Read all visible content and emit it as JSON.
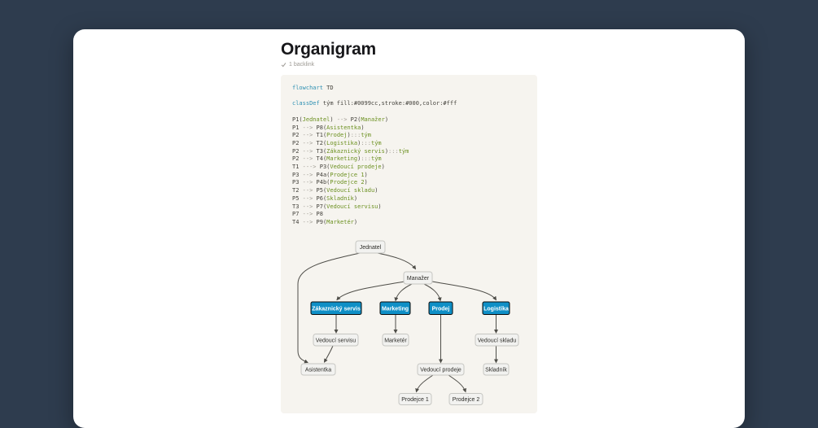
{
  "page": {
    "title": "Organigram",
    "backlinks_label": "1 backlink"
  },
  "code": {
    "language": "mermaid-flowchart",
    "lines": [
      [
        {
          "t": "flowchart",
          "c": "kw"
        },
        {
          "t": " TD",
          "c": "pl"
        }
      ],
      [],
      [
        {
          "t": "classDef",
          "c": "kw"
        },
        {
          "t": " tým fill:#0099cc,stroke:#000,color:#fff",
          "c": "pl"
        }
      ],
      [],
      [
        {
          "t": "P1(",
          "c": "pl"
        },
        {
          "t": "Jednatel",
          "c": "gr"
        },
        {
          "t": ") ",
          "c": "pl"
        },
        {
          "t": "-->",
          "c": "op"
        },
        {
          "t": " P2(",
          "c": "pl"
        },
        {
          "t": "Manažer",
          "c": "gr"
        },
        {
          "t": ")",
          "c": "pl"
        }
      ],
      [
        {
          "t": "P1 ",
          "c": "pl"
        },
        {
          "t": "-->",
          "c": "op"
        },
        {
          "t": " P8(",
          "c": "pl"
        },
        {
          "t": "Asistentka",
          "c": "gr"
        },
        {
          "t": ")",
          "c": "pl"
        }
      ],
      [
        {
          "t": "P2 ",
          "c": "pl"
        },
        {
          "t": "-->",
          "c": "op"
        },
        {
          "t": " T1(",
          "c": "pl"
        },
        {
          "t": "Prodej",
          "c": "gr"
        },
        {
          "t": ")",
          "c": "pl"
        },
        {
          "t": ":::",
          "c": "op"
        },
        {
          "t": "tým",
          "c": "gr"
        }
      ],
      [
        {
          "t": "P2 ",
          "c": "pl"
        },
        {
          "t": "-->",
          "c": "op"
        },
        {
          "t": " T2(",
          "c": "pl"
        },
        {
          "t": "Logistika",
          "c": "gr"
        },
        {
          "t": ")",
          "c": "pl"
        },
        {
          "t": ":::",
          "c": "op"
        },
        {
          "t": "tým",
          "c": "gr"
        }
      ],
      [
        {
          "t": "P2 ",
          "c": "pl"
        },
        {
          "t": "-->",
          "c": "op"
        },
        {
          "t": " T3(",
          "c": "pl"
        },
        {
          "t": "Zákaznický servis",
          "c": "gr"
        },
        {
          "t": ")",
          "c": "pl"
        },
        {
          "t": ":::",
          "c": "op"
        },
        {
          "t": "tým",
          "c": "gr"
        }
      ],
      [
        {
          "t": "P2 ",
          "c": "pl"
        },
        {
          "t": "-->",
          "c": "op"
        },
        {
          "t": " T4(",
          "c": "pl"
        },
        {
          "t": "Marketing",
          "c": "gr"
        },
        {
          "t": ")",
          "c": "pl"
        },
        {
          "t": ":::",
          "c": "op"
        },
        {
          "t": "tým",
          "c": "gr"
        }
      ],
      [
        {
          "t": "T1 ",
          "c": "pl"
        },
        {
          "t": "--->",
          "c": "op"
        },
        {
          "t": " P3(",
          "c": "pl"
        },
        {
          "t": "Vedoucí prodeje",
          "c": "gr"
        },
        {
          "t": ")",
          "c": "pl"
        }
      ],
      [
        {
          "t": "P3 ",
          "c": "pl"
        },
        {
          "t": "-->",
          "c": "op"
        },
        {
          "t": " P4a(",
          "c": "pl"
        },
        {
          "t": "Prodejce 1",
          "c": "gr"
        },
        {
          "t": ")",
          "c": "pl"
        }
      ],
      [
        {
          "t": "P3 ",
          "c": "pl"
        },
        {
          "t": "-->",
          "c": "op"
        },
        {
          "t": " P4b(",
          "c": "pl"
        },
        {
          "t": "Prodejce 2",
          "c": "gr"
        },
        {
          "t": ")",
          "c": "pl"
        }
      ],
      [
        {
          "t": "T2 ",
          "c": "pl"
        },
        {
          "t": "-->",
          "c": "op"
        },
        {
          "t": " P5(",
          "c": "pl"
        },
        {
          "t": "Vedoucí skladu",
          "c": "gr"
        },
        {
          "t": ")",
          "c": "pl"
        }
      ],
      [
        {
          "t": "P5 ",
          "c": "pl"
        },
        {
          "t": "-->",
          "c": "op"
        },
        {
          "t": " P6(",
          "c": "pl"
        },
        {
          "t": "Skladník",
          "c": "gr"
        },
        {
          "t": ")",
          "c": "pl"
        }
      ],
      [
        {
          "t": "T3 ",
          "c": "pl"
        },
        {
          "t": "-->",
          "c": "op"
        },
        {
          "t": " P7(",
          "c": "pl"
        },
        {
          "t": "Vedoucí servisu",
          "c": "gr"
        },
        {
          "t": ")",
          "c": "pl"
        }
      ],
      [
        {
          "t": "P7 ",
          "c": "pl"
        },
        {
          "t": "-->",
          "c": "op"
        },
        {
          "t": " P8",
          "c": "pl"
        }
      ],
      [
        {
          "t": "T4 ",
          "c": "pl"
        },
        {
          "t": "-->",
          "c": "op"
        },
        {
          "t": " P9(",
          "c": "pl"
        },
        {
          "t": "Marketér",
          "c": "gr"
        },
        {
          "t": ")",
          "c": "pl"
        }
      ]
    ]
  },
  "diagram": {
    "colors": {
      "team_fill": "#0f8fc6",
      "team_stroke": "#000000",
      "team_text": "#ffffff"
    },
    "nodes": {
      "jednatel": "Jednatel",
      "manazer": "Manažer",
      "zakaznicky_servis": "Zákaznický servis",
      "marketing": "Marketing",
      "prodej": "Prodej",
      "logistika": "Logistika",
      "vedouci_servisu": "Vedoucí servisu",
      "marketer": "Marketér",
      "vedouci_skladu": "Vedoucí skladu",
      "asistentka": "Asistentka",
      "vedouci_prodeje": "Vedoucí prodeje",
      "skladnik": "Skladník",
      "prodejce1": "Prodejce 1",
      "prodejce2": "Prodejce 2"
    }
  }
}
